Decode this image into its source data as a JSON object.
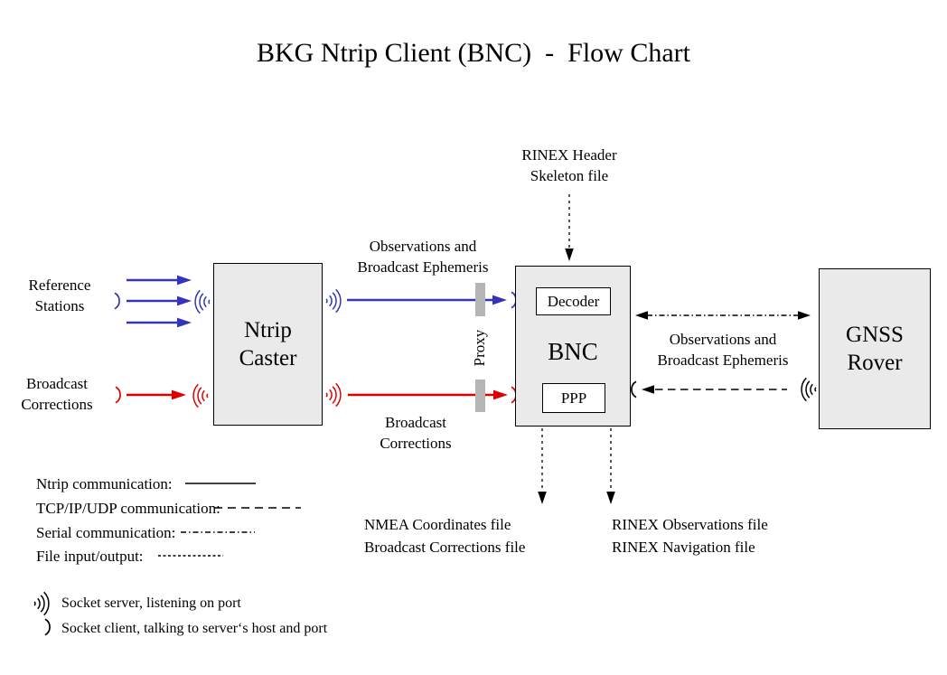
{
  "title": "BKG Ntrip Client (BNC)  -  Flow Chart",
  "boxes": {
    "ntrip_caster": {
      "line1": "Ntrip",
      "line2": "Caster"
    },
    "bnc": {
      "label": "BNC",
      "decoder": "Decoder",
      "ppp": "PPP"
    },
    "gnss_rover": {
      "line1": "GNSS",
      "line2": "Rover"
    }
  },
  "labels": {
    "reference_stations": {
      "line1": "Reference",
      "line2": "Stations"
    },
    "broadcast_corrections_input": {
      "line1": "Broadcast",
      "line2": "Corrections"
    },
    "obs_ephemeris_top": {
      "line1": "Observations and",
      "line2": "Broadcast Ephemeris"
    },
    "broadcast_corrections_mid": {
      "line1": "Broadcast",
      "line2": "Corrections"
    },
    "obs_ephemeris_right": {
      "line1": "Observations and",
      "line2": "Broadcast Ephemeris"
    },
    "rinex_header": {
      "line1": "RINEX Header",
      "line2": "Skeleton file"
    },
    "proxy": "Proxy",
    "nmea_files": {
      "line1": "NMEA Coordinates file",
      "line2": "Broadcast Corrections file"
    },
    "rinex_files": {
      "line1": "RINEX Observations file",
      "line2": "RINEX Navigation file"
    }
  },
  "legend": {
    "ntrip": "Ntrip communication:",
    "tcpip": "TCP/IP/UDP communication:",
    "serial": "Serial communication:",
    "fileio": "File input/output:",
    "socket_server": "Socket server, listening on port",
    "socket_client": "Socket client, talking to server‘s host and port"
  },
  "colors": {
    "blue": "#3333bb",
    "red": "#dd0000",
    "black": "#000000",
    "box_fill": "#eaeaea",
    "proxy_gray": "#b5b5b5"
  }
}
